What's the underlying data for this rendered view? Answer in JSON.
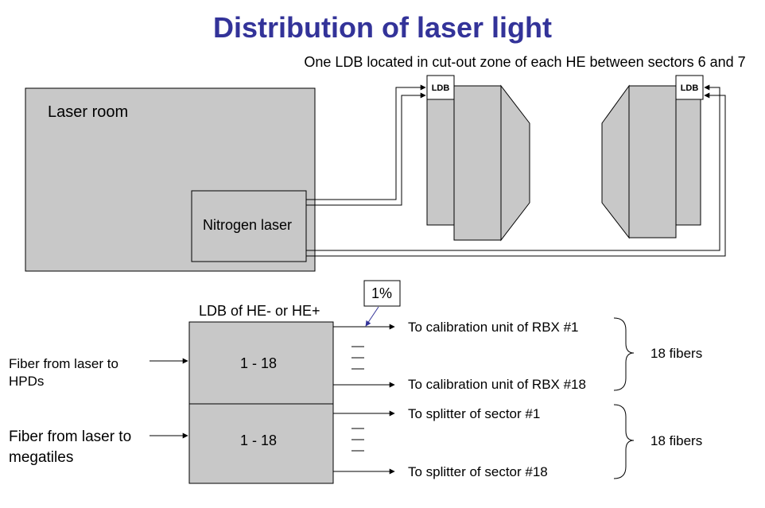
{
  "title": "Distribution of laser light",
  "note": "One LDB located in cut-out zone of each HE between sectors 6 and 7",
  "laser_room": {
    "label": "Laser room"
  },
  "nitrogen_laser": {
    "label": "Nitrogen laser"
  },
  "ldb_left": {
    "label": "LDB"
  },
  "ldb_right": {
    "label": "LDB"
  },
  "ldb_section": {
    "label": "LDB of HE- or HE+"
  },
  "percent_box": {
    "label": "1%"
  },
  "upper_block": {
    "label": "1 - 18"
  },
  "lower_block": {
    "label": "1 - 18"
  },
  "input_hpd": {
    "line1": "Fiber from laser to",
    "line2": "HPDs"
  },
  "input_megatiles": {
    "line1": "Fiber from laser to",
    "line2": "megatiles"
  },
  "outputs_upper": {
    "first": "To calibration unit of RBX #1",
    "last": "To calibration unit of RBX #18",
    "count": "18 fibers"
  },
  "outputs_lower": {
    "first": "To splitter of sector #1",
    "last": "To splitter of sector #18",
    "count": "18 fibers"
  },
  "colors": {
    "title": "#333399",
    "fill_gray": "#c8c8c8",
    "arrow_blue": "#333399",
    "stroke": "#000000"
  }
}
